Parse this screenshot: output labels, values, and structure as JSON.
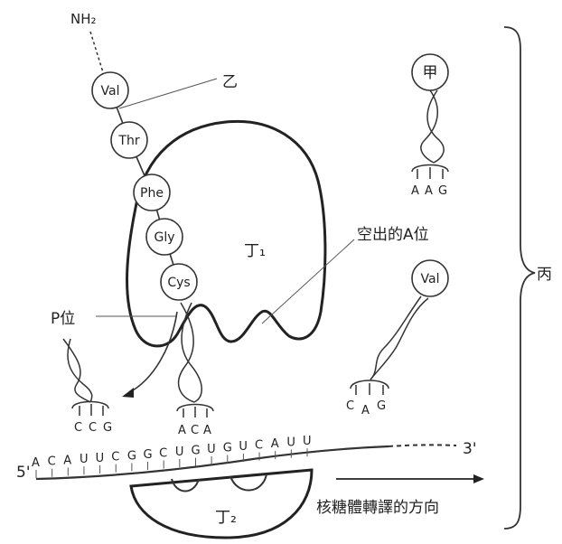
{
  "labels": {
    "nh2": "NH₂",
    "yi": "乙",
    "jia": "甲",
    "bing": "丙",
    "ding1": "丁₁",
    "ding2": "丁₂",
    "empty_a_site": "空出的A位",
    "p_site": "P位",
    "five_prime": "5'",
    "three_prime": "3'",
    "direction": "核糖體轉譯的方向"
  },
  "peptide_chain": [
    "Val",
    "Thr",
    "Phe",
    "Gly",
    "Cys"
  ],
  "trna_free_top": {
    "amino_acid": "甲",
    "anticodon": [
      "A",
      "A",
      "G"
    ]
  },
  "trna_free_val": {
    "amino_acid": "Val",
    "anticodon": [
      "C",
      "A",
      "G"
    ]
  },
  "trna_exiting": {
    "anticodon": [
      "C",
      "C",
      "G"
    ]
  },
  "trna_p_site": {
    "anticodon": [
      "A",
      "C",
      "A"
    ]
  },
  "mrna": [
    "A",
    "C",
    "A",
    "U",
    "U",
    "C",
    "G",
    "G",
    "C",
    "U",
    "G",
    "U",
    "G",
    "U",
    "C",
    "A",
    "U",
    "U"
  ]
}
